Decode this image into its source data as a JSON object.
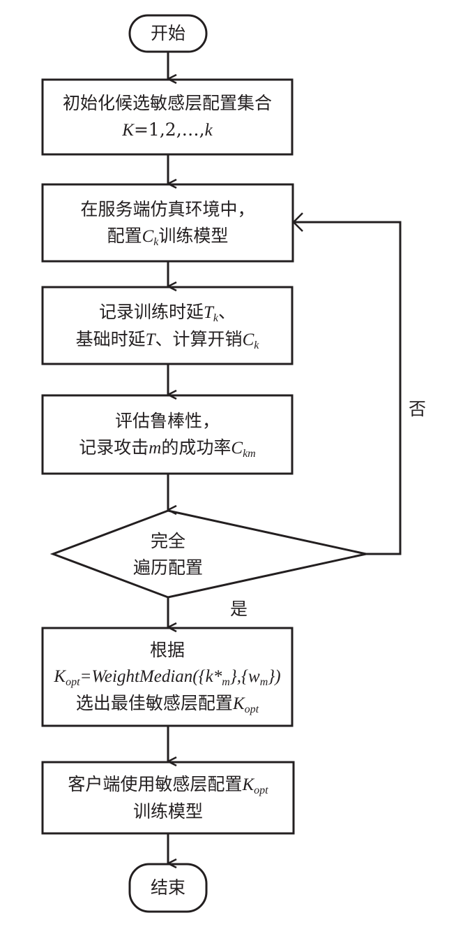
{
  "diagram": {
    "type": "flowchart",
    "nodes": {
      "start": {
        "shape": "terminator",
        "text": "开始"
      },
      "init": {
        "shape": "process",
        "line1": "初始化候选敏感层配置集合",
        "line2_var": "K",
        "line2_rest": "=1,2,…,",
        "line2_tail": "k"
      },
      "train_sim": {
        "shape": "process",
        "line1": "在服务端仿真环境中，",
        "line2_pre": "配置",
        "line2_var": "C",
        "line2_sub": "k",
        "line2_post": "训练模型"
      },
      "record_latency": {
        "shape": "process",
        "line1_pre": "记录训练时延",
        "line1_var": "T",
        "line1_sub": "k",
        "line1_post": "、",
        "line2_pre": "基础时延",
        "line2_var": "T",
        "line2_mid": "、计算开销",
        "line2_var2": "C",
        "line2_sub2": "k"
      },
      "evaluate": {
        "shape": "process",
        "line1": "评估鲁棒性，",
        "line2_pre": "记录攻击",
        "line2_var": "m",
        "line2_mid": "的成功率",
        "line2_var2": "C",
        "line2_sub2": "km"
      },
      "decision": {
        "shape": "decision",
        "line1": "完全",
        "line2": "遍历配置"
      },
      "select": {
        "shape": "process",
        "line1": "根据",
        "formula_var": "K",
        "formula_sub": "opt",
        "formula_eq": "=WeightMedian({k*",
        "formula_sub2": "m",
        "formula_mid": "},{w",
        "formula_sub3": "m",
        "formula_end": "})",
        "line3_pre": "选出最佳敏感层配置",
        "line3_var": "K",
        "line3_sub": "opt"
      },
      "client_train": {
        "shape": "process",
        "line1_pre": "客户端使用敏感层配置",
        "line1_var": "K",
        "line1_sub": "opt",
        "line2": "训练模型"
      },
      "end": {
        "shape": "terminator",
        "text": "结束"
      }
    },
    "edges": [
      {
        "from": "start",
        "to": "init",
        "label": ""
      },
      {
        "from": "init",
        "to": "train_sim",
        "label": ""
      },
      {
        "from": "train_sim",
        "to": "record_latency",
        "label": ""
      },
      {
        "from": "record_latency",
        "to": "evaluate",
        "label": ""
      },
      {
        "from": "evaluate",
        "to": "decision",
        "label": ""
      },
      {
        "from": "decision",
        "to": "select",
        "label": "是"
      },
      {
        "from": "decision",
        "to": "train_sim",
        "label": "否"
      },
      {
        "from": "select",
        "to": "client_train",
        "label": ""
      },
      {
        "from": "client_train",
        "to": "end",
        "label": ""
      }
    ],
    "labels": {
      "yes": "是",
      "no": "否"
    },
    "stroke_color": "#231f20"
  }
}
